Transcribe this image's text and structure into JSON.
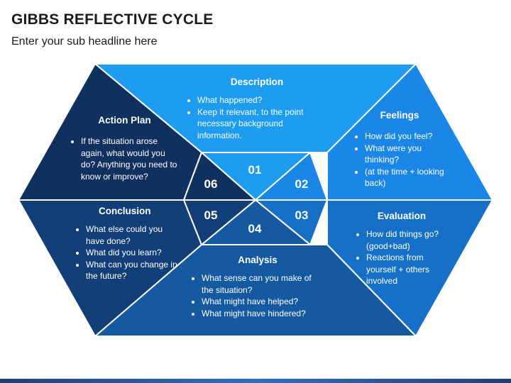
{
  "header": {
    "title": "GIBBS REFLECTIVE CYCLE",
    "subtitle": "Enter your sub headline here"
  },
  "colors": {
    "description": "#1e9cf0",
    "feelings": "#1a86e6",
    "evaluation": "#1670c7",
    "analysis": "#155aa0",
    "conclusion": "#133f78",
    "action_plan": "#10315f"
  },
  "stages": {
    "description": {
      "title": "Description",
      "number": "01",
      "points": [
        "What happened?",
        "Keep it relevant, to the point necessary background information."
      ]
    },
    "feelings": {
      "title": "Feelings",
      "number": "02",
      "points": [
        "How did you feel?",
        "What were you thinking?",
        "(at the time + looking back)"
      ]
    },
    "evaluation": {
      "title": "Evaluation",
      "number": "03",
      "points": [
        "How did things go? (good+bad)",
        "Reactions from yourself + others involved"
      ]
    },
    "analysis": {
      "title": "Analysis",
      "number": "04",
      "points": [
        "What sense can you make of the situation?",
        "What might have helped?",
        "What might have hindered?"
      ]
    },
    "conclusion": {
      "title": "Conclusion",
      "number": "05",
      "points": [
        "What else could you have done?",
        "What did you learn?",
        "What can you change in the future?"
      ]
    },
    "action_plan": {
      "title": "Action Plan",
      "number": "06",
      "points": [
        "If the situation arose again, what would you do? Anything you need to know or improve?"
      ]
    }
  }
}
